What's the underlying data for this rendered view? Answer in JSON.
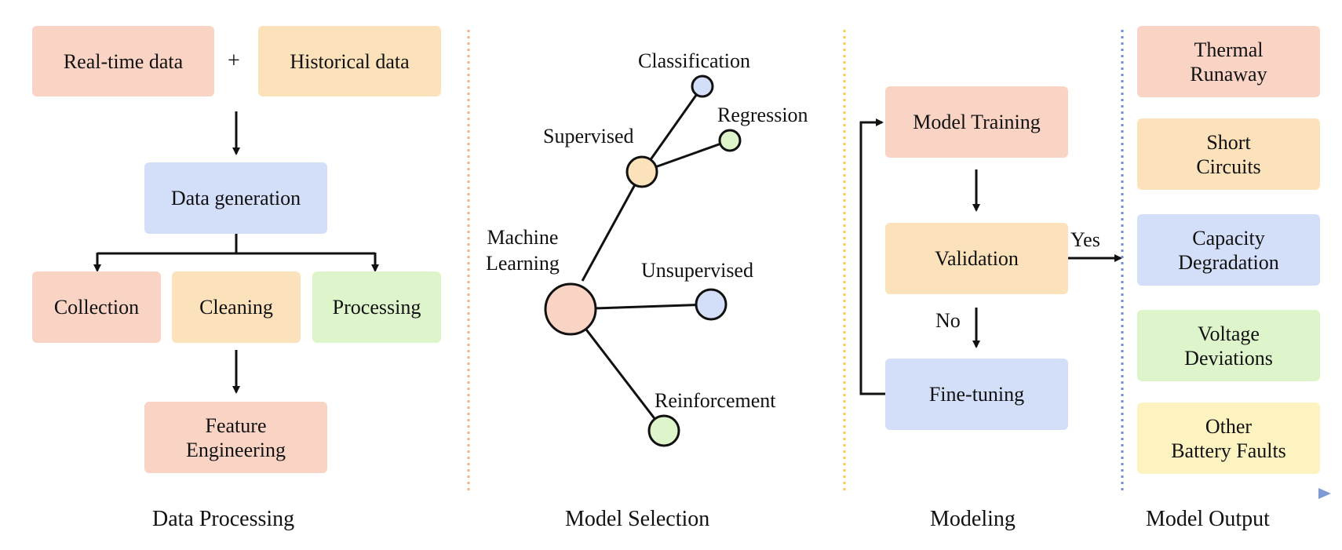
{
  "data_processing": {
    "realtime": "Real-time data",
    "plus": "+",
    "historical": "Historical data",
    "generation": "Data generation",
    "collection": "Collection",
    "cleaning": "Cleaning",
    "processing": "Processing",
    "feature_line1": "Feature",
    "feature_line2": "Engineering"
  },
  "model_selection": {
    "root_line1": "Machine",
    "root_line2": "Learning",
    "supervised": "Supervised",
    "classification": "Classification",
    "regression": "Regression",
    "unsupervised": "Unsupervised",
    "reinforcement": "Reinforcement"
  },
  "modeling": {
    "training": "Model Training",
    "validation": "Validation",
    "fine_tuning": "Fine-tuning",
    "yes": "Yes",
    "no": "No"
  },
  "outputs": [
    {
      "line1": "Thermal",
      "line2": "Runaway"
    },
    {
      "line1": "Short",
      "line2": "Circuits"
    },
    {
      "line1": "Capacity",
      "line2": "Degradation"
    },
    {
      "line1": "Voltage",
      "line2": "Deviations"
    },
    {
      "line1": "Other",
      "line2": "Battery Faults"
    }
  ],
  "stages": [
    "Data Processing",
    "Model Selection",
    "Modeling",
    "Model Output"
  ],
  "colors": {
    "pink": "#f9d4c5",
    "orange": "#fce2bb",
    "blue": "#d3def8",
    "green": "#def5cb",
    "yellow": "#fdf3c0",
    "divider_1": "#f4b183",
    "divider_2": "#fcc94f",
    "divider_3": "#6f8fd6"
  }
}
